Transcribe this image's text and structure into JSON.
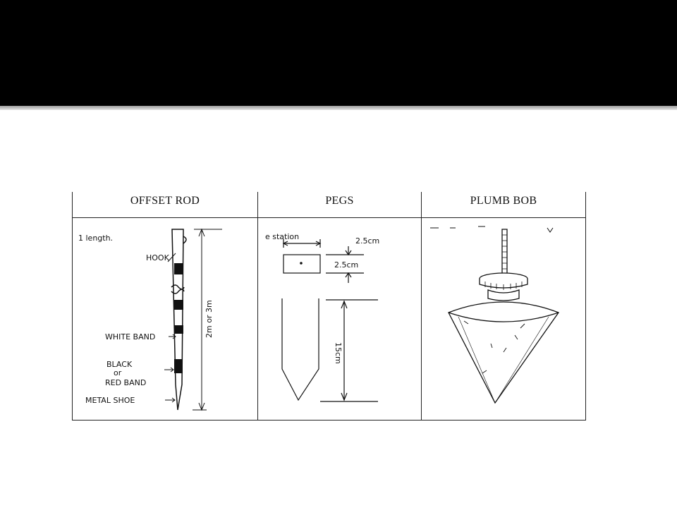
{
  "table": {
    "headers": [
      "OFFSET ROD",
      "PEGS",
      "PLUMB BOB"
    ]
  },
  "offset_rod": {
    "top_note": "1 length.",
    "labels": {
      "hook": "HOOK",
      "white_band": "WHITE BAND",
      "black": "BLACK",
      "or": "or",
      "red_band": "RED BAND",
      "metal_shoe": "METAL SHOE",
      "height": "2m or 3m"
    }
  },
  "pegs": {
    "top_note": "e station",
    "width_label": "2.5cm",
    "depth_label": "2.5cm",
    "length_label": "15cm"
  },
  "plumb_bob": {}
}
